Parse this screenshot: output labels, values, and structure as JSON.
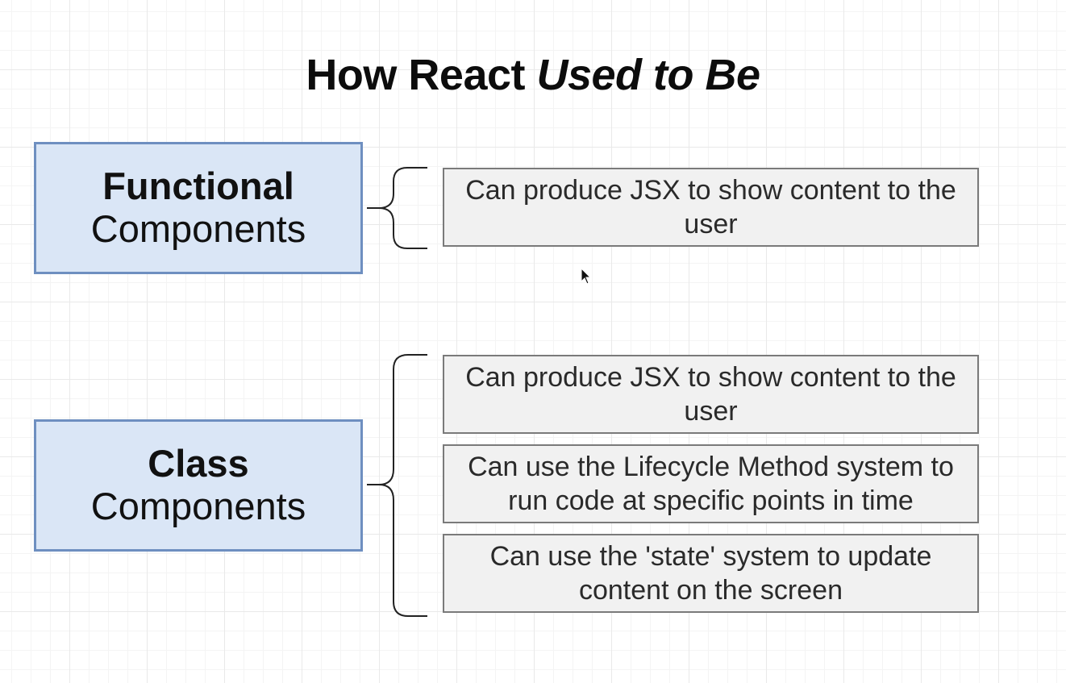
{
  "title": {
    "main": "How React ",
    "emphasis": "Used to Be"
  },
  "components": [
    {
      "name_bold": "Functional",
      "name_regular": "Components",
      "features": [
        "Can produce JSX to show content to the user"
      ]
    },
    {
      "name_bold": "Class",
      "name_regular": "Components",
      "features": [
        "Can produce JSX to show content to the user",
        "Can use the Lifecycle Method system to run code at specific points in time",
        "Can use the 'state' system to update content on the screen"
      ]
    }
  ],
  "colors": {
    "component_fill": "#dae6f6",
    "component_border": "#6e8fc0",
    "feature_fill": "#f1f1f1",
    "feature_border": "#7a7a7a"
  }
}
